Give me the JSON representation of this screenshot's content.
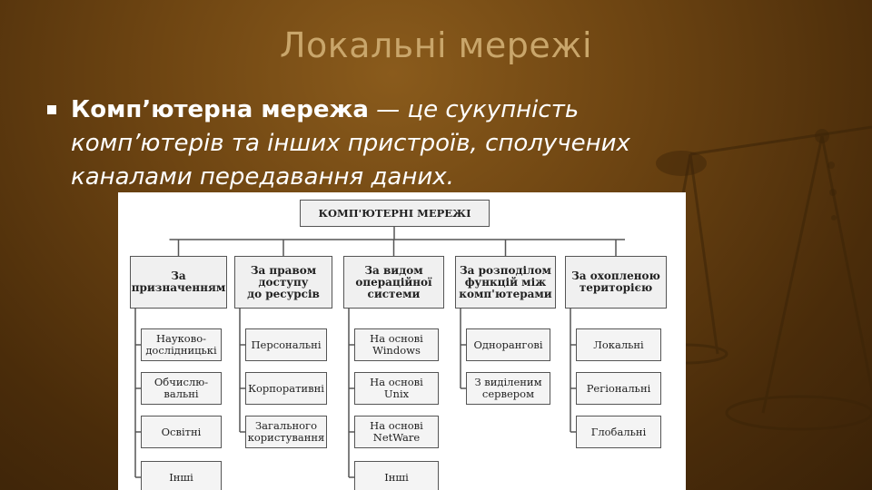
{
  "slide": {
    "title": "Локальні мережі",
    "definition_term": "Комп’ютерна мережа",
    "definition_rest": " — це сукупність комп’ютерів та інших пристроїв, сполучених каналами передавання даних.",
    "background_color": "#6e4512",
    "title_color": "#c9a66b"
  },
  "diagram": {
    "root": "КОМП'ЮТЕРНІ МЕРЕЖІ",
    "columns": [
      {
        "heading": "За\nпризначенням",
        "items": [
          "Науково-\nдослідницькі",
          "Обчислю-\nвальні",
          "Освітні",
          "Інші"
        ]
      },
      {
        "heading": "За правом\nдоступу\nдо ресурсів",
        "items": [
          "Персональні",
          "Корпоративні",
          "Загального\nкористування"
        ]
      },
      {
        "heading": "За видом\nопераційної\nсистеми",
        "items": [
          "На основі\nWindows",
          "На основі\nUnix",
          "На основі\nNetWare",
          "Інші"
        ]
      },
      {
        "heading": "За розподілом\nфункцій між\nкомп'ютерами",
        "items": [
          "Однорангові",
          "З виділеним\nсервером"
        ]
      },
      {
        "heading": "За охопленою\nтериторією",
        "items": [
          "Локальні",
          "Регіональні",
          "Глобальні"
        ]
      }
    ]
  }
}
